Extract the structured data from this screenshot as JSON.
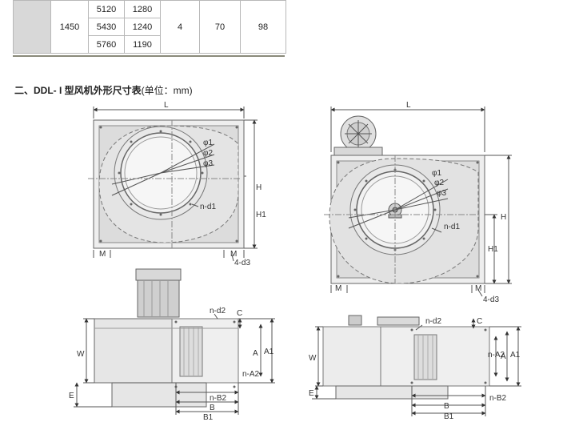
{
  "table": {
    "speed": "1450",
    "rows": [
      {
        "airflow": "5120",
        "pressure": "1280"
      },
      {
        "airflow": "5430",
        "pressure": "1240"
      },
      {
        "airflow": "5760",
        "pressure": "1190"
      }
    ],
    "col4": "4",
    "col5": "70",
    "col6": "98"
  },
  "section": {
    "title_bold": "二、DDL- I 型风机外形尺寸表",
    "unit": "(单位：mm)"
  },
  "labels": {
    "L": "L",
    "H": "H",
    "H1": "H1",
    "M": "M",
    "d3": "4-d3",
    "phi1": "φ1",
    "phi2": "φ2",
    "phi3": "φ3",
    "nd1": "n-d1",
    "nd2": "n-d2",
    "C": "C",
    "W": "W",
    "E": "E",
    "A": "A",
    "A1": "A1",
    "nA2": "n-A2",
    "B": "B",
    "B1": "B1",
    "nB2": "n-B2"
  }
}
